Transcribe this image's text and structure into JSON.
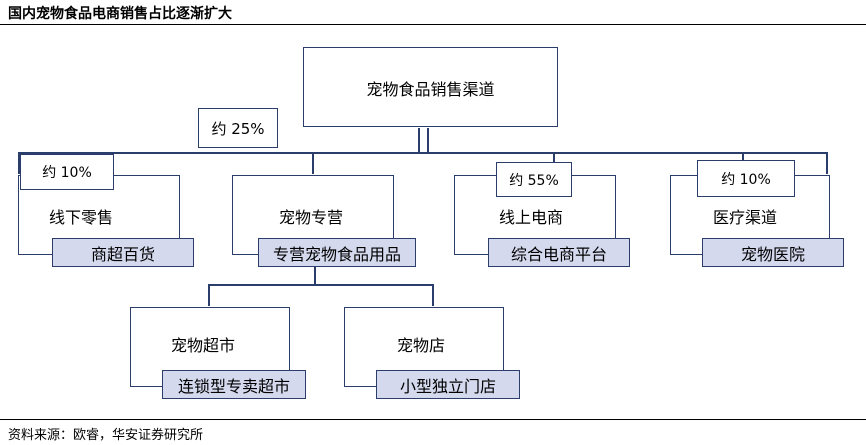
{
  "title": "国内宠物食品电商销售占比逐渐扩大",
  "root": {
    "label": "宠物食品销售渠道"
  },
  "share_tags": {
    "pet_store": "约 25%",
    "offline": "约 10%",
    "online": "约 55%",
    "hospital": "约 10%"
  },
  "channels": [
    {
      "name": "线下零售",
      "sub": "商超百货"
    },
    {
      "name": "宠物专营",
      "sub": "专营宠物食品用品"
    },
    {
      "name": "线上电商",
      "sub": "综合电商平台"
    },
    {
      "name": "医疗渠道",
      "sub": "宠物医院"
    }
  ],
  "pet_store_types": [
    {
      "name": "宠物超市",
      "sub": "连锁型专卖超市"
    },
    {
      "name": "宠物店",
      "sub": "小型独立门店"
    }
  ],
  "source": "资料来源：欧睿，华安证券研究所"
}
